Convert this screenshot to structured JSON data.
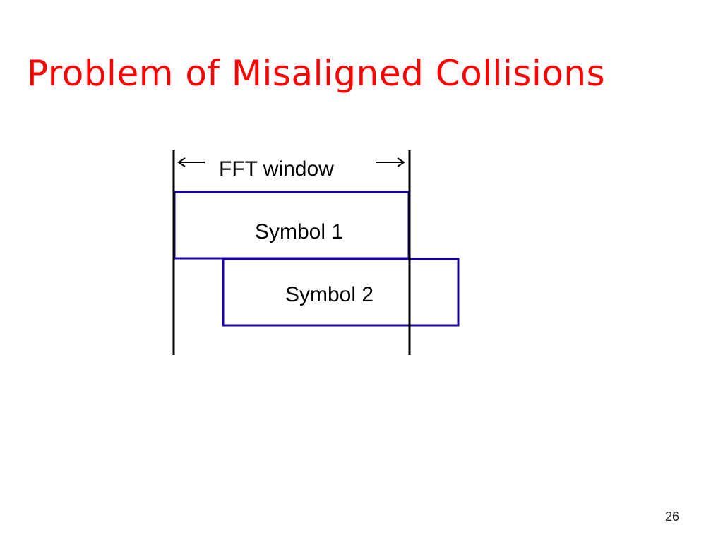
{
  "slide": {
    "title": "Problem of Misaligned Collisions",
    "title_color": "#ff0000",
    "page_number": "26"
  },
  "diagram": {
    "window_label": "FFT window",
    "window_arrow_left_icon": "left-arrow-icon",
    "window_arrow_right_icon": "right-arrow-icon",
    "boxes": [
      {
        "label": "Symbol 1"
      },
      {
        "label": "Symbol 2"
      }
    ],
    "box_color": "#1c00a6",
    "boundary_color": "#000000"
  }
}
